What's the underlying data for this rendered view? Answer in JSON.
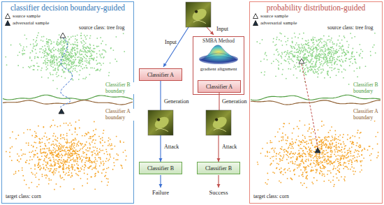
{
  "diagram": {
    "nodes": [
      {
        "text": [
          "classifier decision boundary-guided"
        ]
      },
      {
        "text": [
          "Classifier A"
        ]
      },
      {
        "text": [
          "SMBA Method",
          "gradient alignment"
        ]
      },
      {
        "text": [
          "Classifier A"
        ],
        "in": 2
      },
      {
        "text": [
          "Classifier B"
        ]
      },
      {
        "text": [
          "Classifier B"
        ]
      },
      {
        "text": [
          "probability distribution-guided"
        ]
      }
    ],
    "edges": [
      {
        "from": 1,
        "to": 4,
        "arrow": "to"
      },
      {
        "from": 3,
        "to": 5,
        "arrow": "to"
      }
    ],
    "labels": [
      "source class: tree frog",
      "Classifier B boundary",
      "Classifier A boundary",
      "target class: corn",
      "Input",
      "Input",
      "Generation",
      "Generation",
      "Attack",
      "Attack",
      "Failure",
      "Success",
      "source class: tree frog",
      "Classifier B boundary",
      "Classifier A boundary",
      "target class: corn"
    ],
    "legend": [
      {
        "text": "source sample"
      },
      {
        "text": "adversarial sample"
      },
      {
        "text": "source sample"
      },
      {
        "text": "adversarial sample"
      }
    ]
  }
}
